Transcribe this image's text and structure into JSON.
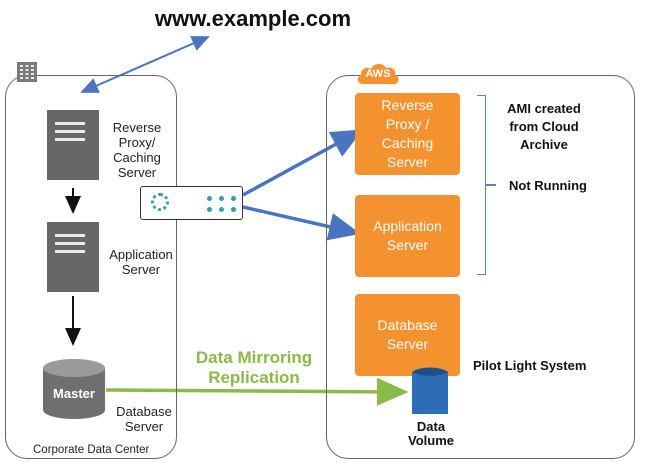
{
  "url": "www.example.com",
  "corporate": {
    "label": "Corporate Data Center",
    "reverse_proxy": [
      "Reverse",
      "Proxy/",
      "Caching",
      "Server"
    ],
    "app_server": [
      "Application",
      "Server"
    ],
    "db_master": "Master",
    "db_server": [
      "Database",
      "Server"
    ],
    "building_icon": "building-icon",
    "server_icon": "server-rack-icon",
    "db_icon": "database-cylinder-icon"
  },
  "aws": {
    "badge": "AWS",
    "reverse_proxy": [
      "Reverse",
      "Proxy /",
      "Caching",
      "Server"
    ],
    "app_server": [
      "Application",
      "Server"
    ],
    "db_server": [
      "Database",
      "Server"
    ],
    "ami_note": [
      "AMI created",
      "from Cloud",
      "Archive"
    ],
    "not_running": "Not Running",
    "pilot_light": "Pilot Light System",
    "data_volume": [
      "Data",
      "Volume"
    ]
  },
  "replication": [
    "Data Mirroring",
    "Replication"
  ],
  "colors": {
    "orange": "#f4922f",
    "arrow_blue": "#4a74c0",
    "replication_green": "#8cba4a",
    "server_gray": "#676767",
    "volume_blue": "#2d6db5"
  }
}
